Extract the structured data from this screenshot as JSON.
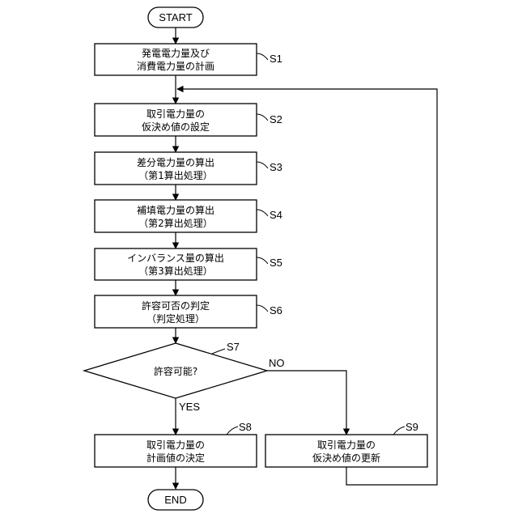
{
  "terminals": {
    "start": "START",
    "end": "END"
  },
  "steps": {
    "s1": {
      "id": "S1",
      "line1": "発電電力量及び",
      "line2": "消費電力量の計画"
    },
    "s2": {
      "id": "S2",
      "line1": "取引電力量の",
      "line2": "仮決め値の設定"
    },
    "s3": {
      "id": "S3",
      "line1": "差分電力量の算出",
      "line2": "（第1算出処理）"
    },
    "s4": {
      "id": "S4",
      "line1": "補填電力量の算出",
      "line2": "（第2算出処理）"
    },
    "s5": {
      "id": "S5",
      "line1": "インバランス量の算出",
      "line2": "（第3算出処理）"
    },
    "s6": {
      "id": "S6",
      "line1": "許容可否の判定",
      "line2": "（判定処理）"
    },
    "s7": {
      "id": "S7",
      "question": "許容可能?",
      "yes": "YES",
      "no": "NO"
    },
    "s8": {
      "id": "S8",
      "line1": "取引電力量の",
      "line2": "計画値の決定"
    },
    "s9": {
      "id": "S9",
      "line1": "取引電力量の",
      "line2": "仮決め値の更新"
    }
  }
}
